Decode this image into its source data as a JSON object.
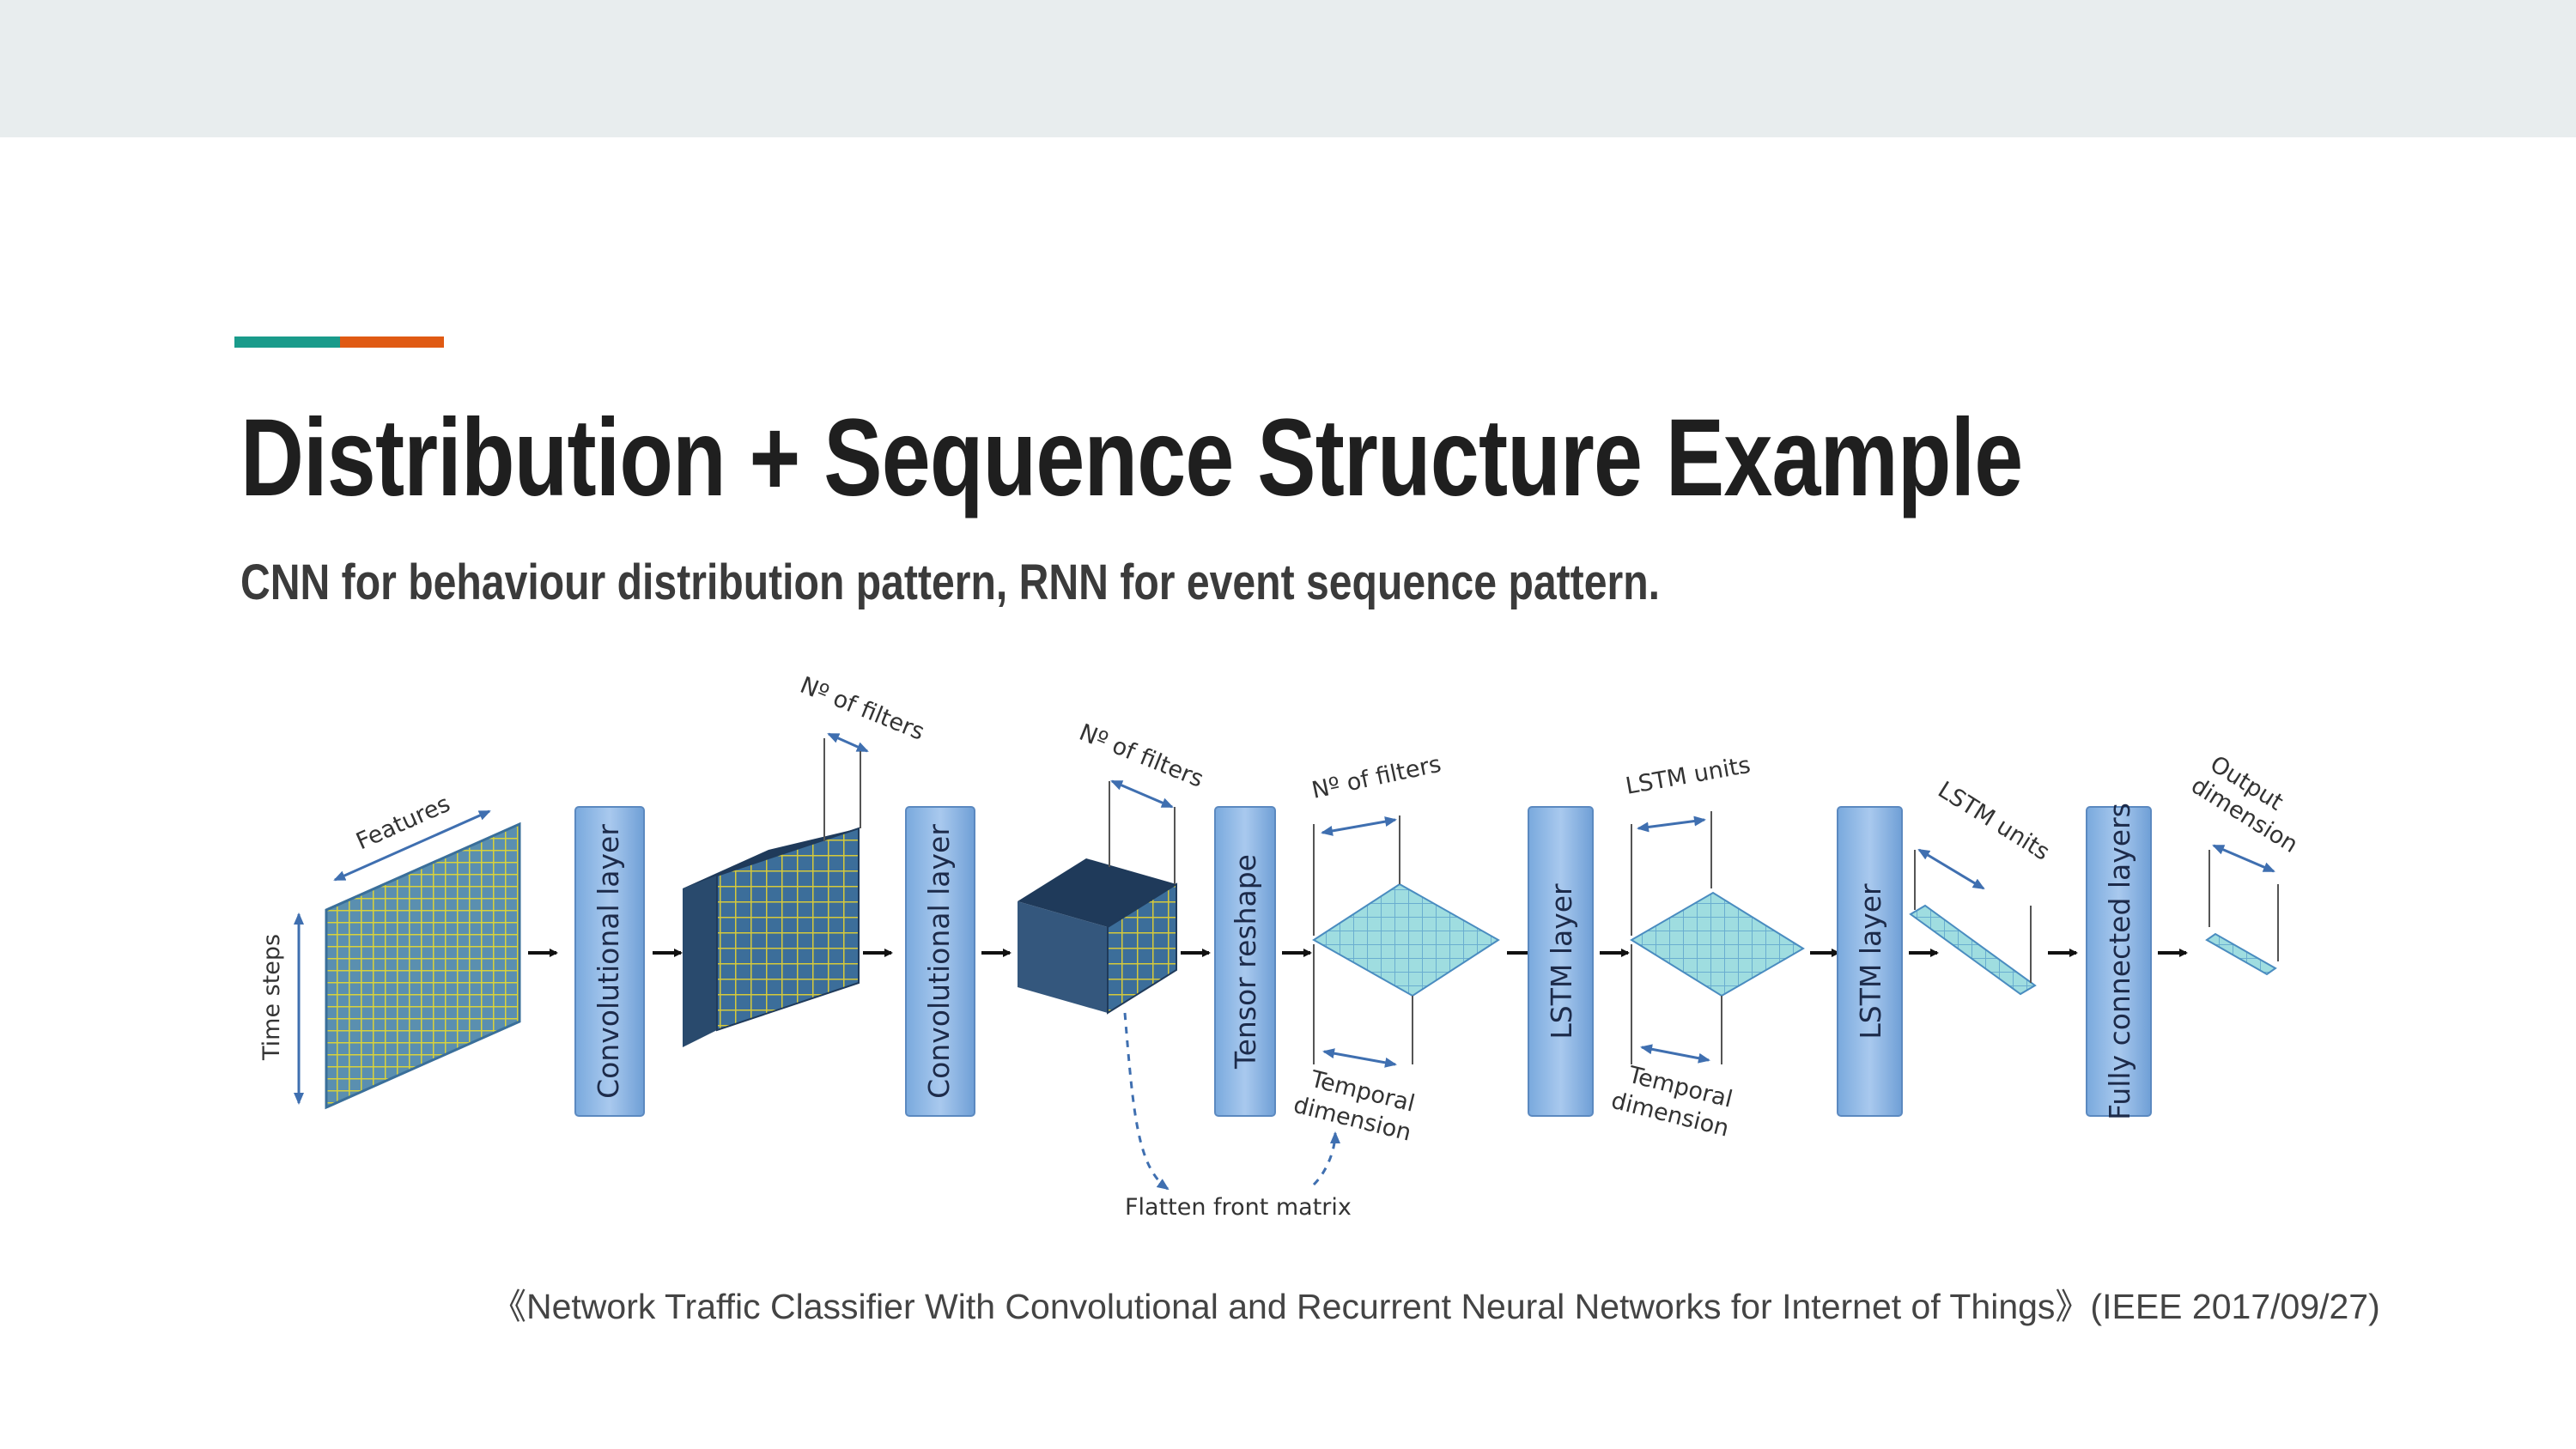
{
  "title": "Distribution + Sequence Structure Example",
  "subtitle": "CNN for behaviour distribution pattern, RNN for event sequence pattern.",
  "citation": "《Network Traffic Classifier With Convolutional and Recurrent Neural Networks for Internet of Things》(IEEE 2017/09/27)",
  "colors": {
    "teal": "#1a9b8b",
    "orange": "#e05a13",
    "header_band": "#e8edee"
  },
  "diagram": {
    "labels": {
      "features": "Features",
      "time_steps": "Time steps",
      "filters_1": "Nº of filters",
      "filters_2": "Nº of filters",
      "filters_3": "Nº of filters",
      "lstm_units_1": "LSTM units",
      "lstm_units_2": "LSTM units",
      "temporal_1a": "Temporal",
      "temporal_1b": "dimension",
      "temporal_2a": "Temporal",
      "temporal_2b": "dimension",
      "flatten": "Flatten front matrix",
      "output_a": "Output",
      "output_b": "dimension"
    },
    "layers": {
      "conv1": "Convolutional  layer",
      "conv2": "Convolutional  layer",
      "reshape": "Tensor reshape",
      "lstm1": "LSTM  layer",
      "lstm2": "LSTM  layer",
      "fc": "Fully connected layers"
    }
  }
}
